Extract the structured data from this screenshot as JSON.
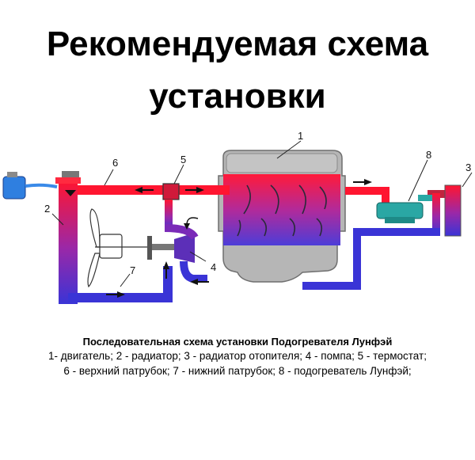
{
  "title": {
    "line1": "Рекомендуемая схема",
    "line2": "установки"
  },
  "labels": {
    "engine": "1",
    "radiator": "2",
    "heater_radiator": "3",
    "pump": "4",
    "thermostat": "5",
    "upper_hose": "6",
    "lower_hose": "7",
    "lunfey_heater": "8"
  },
  "caption": {
    "title": "Последовательная схема установки Подогревателя Лунфэй",
    "line1": "1- двигатель; 2 - радиатор; 3 - радиатор отопителя; 4 - помпа; 5 - термостат;",
    "line2": "6 - верхний патрубок; 7 - нижний патрубок; 8 - подогреватель Лунфэй;"
  },
  "colors": {
    "hot": "#ff1530",
    "cold": "#3a34d6",
    "engine_block": "#b4b4b4",
    "heater_teal": "#2aa7a4"
  }
}
